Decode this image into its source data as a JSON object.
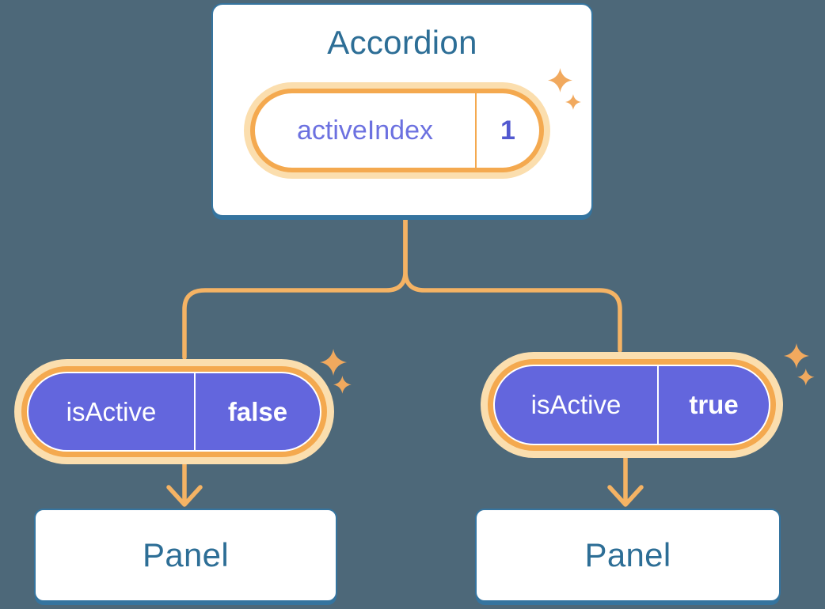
{
  "colors": {
    "bg": "#4D6879",
    "frame": "#35749F",
    "heading": "#2D6E96",
    "line": "#F5B364",
    "pillBorder": "#F4A94F",
    "pillGlow": "#FBDEAE",
    "purple": "#6366DD",
    "purpleText": "#6C71E0",
    "purpleBold": "#5259D0",
    "sparkle": "#F1A95E"
  },
  "accordion": {
    "title": "Accordion",
    "state": {
      "label": "activeIndex",
      "value": "1"
    }
  },
  "children": [
    {
      "prop": {
        "label": "isActive",
        "value": "false"
      },
      "panel": "Panel"
    },
    {
      "prop": {
        "label": "isActive",
        "value": "true"
      },
      "panel": "Panel"
    }
  ],
  "decorations": {
    "sparkle_icon": "four-point-star"
  }
}
